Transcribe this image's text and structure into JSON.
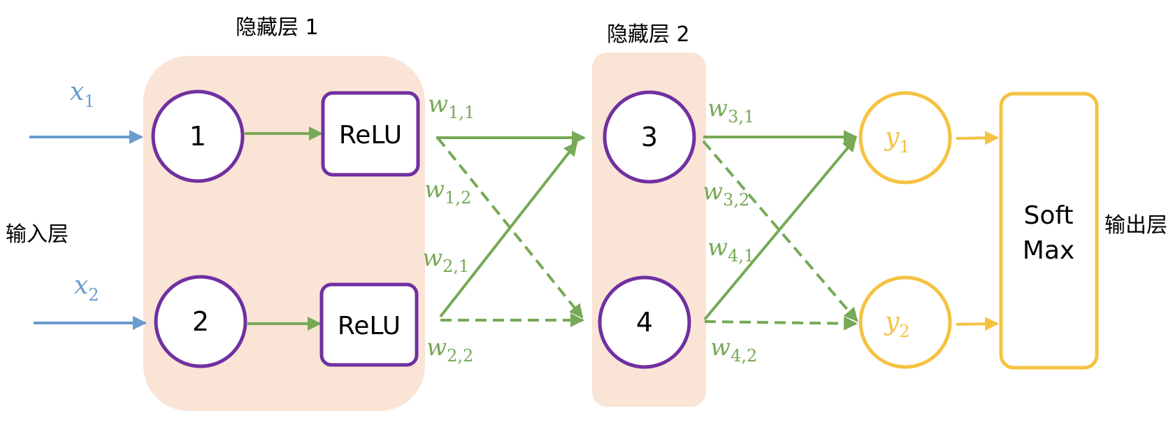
{
  "layers": {
    "input": "输入层",
    "hidden1": "隐藏层 1",
    "hidden2": "隐藏层 2",
    "output": "输出层"
  },
  "inputs": [
    {
      "symbol": "x",
      "sub": "1"
    },
    {
      "symbol": "x",
      "sub": "2"
    }
  ],
  "hidden1": {
    "nodes": [
      "1",
      "2"
    ],
    "activation": "ReLU"
  },
  "hidden2": {
    "nodes": [
      "3",
      "4"
    ]
  },
  "outputs": [
    {
      "symbol": "y",
      "sub": "1"
    },
    {
      "symbol": "y",
      "sub": "2"
    }
  ],
  "softmax": {
    "line1": "Soft",
    "line2": "Max"
  },
  "weights": {
    "w11": {
      "symbol": "w",
      "sub": "1,1"
    },
    "w12": {
      "symbol": "w",
      "sub": "1,2"
    },
    "w21": {
      "symbol": "w",
      "sub": "2,1"
    },
    "w22": {
      "symbol": "w",
      "sub": "2,2"
    },
    "w31": {
      "symbol": "w",
      "sub": "3,1"
    },
    "w32": {
      "symbol": "w",
      "sub": "3,2"
    },
    "w41": {
      "symbol": "w",
      "sub": "4,1"
    },
    "w42": {
      "symbol": "w",
      "sub": "4,2"
    }
  },
  "colors": {
    "input": "#6a9bd1",
    "edge": "#77a956",
    "node_border": "#7030a0",
    "hidden_bg": "#f9e4d6",
    "output": "#f5c242"
  }
}
